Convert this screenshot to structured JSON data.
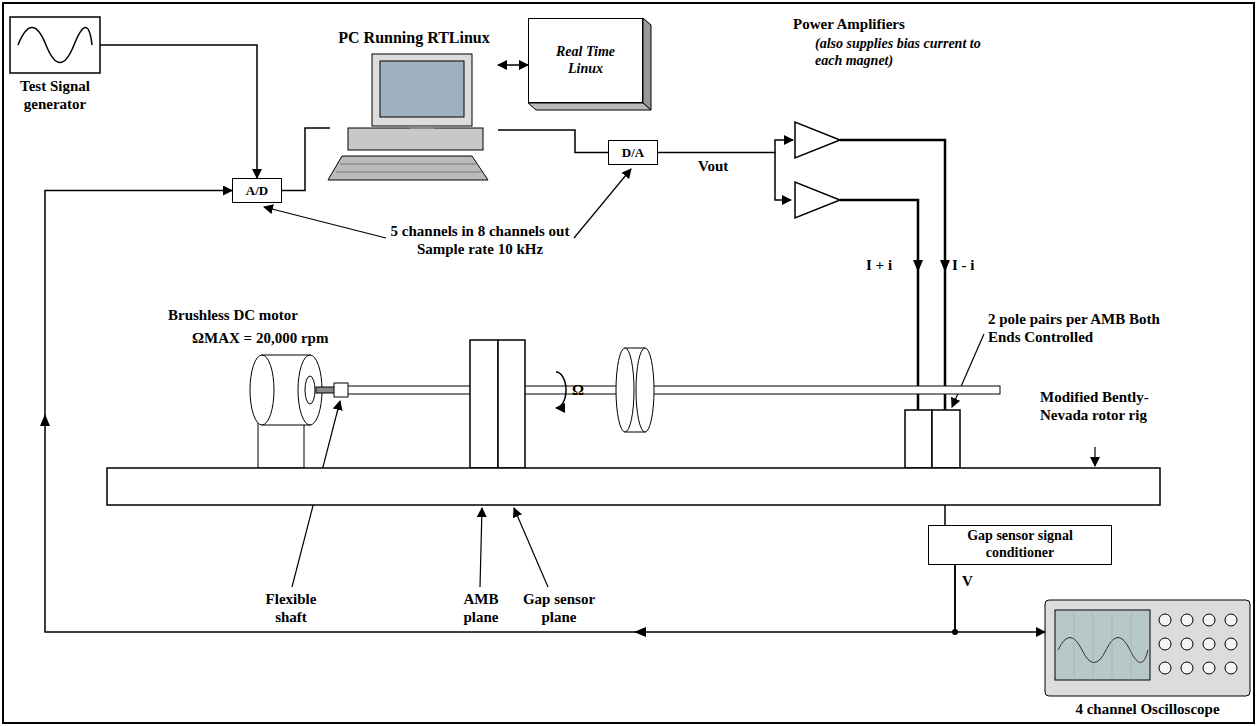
{
  "diagram": {
    "nodes": [
      {
        "text": [
          "Test Signal generator"
        ]
      },
      {
        "text": [
          "A/D"
        ]
      },
      {
        "text": [
          "PC Running RTLinux"
        ]
      },
      {
        "text": [
          "Real Time Linux"
        ]
      },
      {
        "text": [
          "D/A"
        ]
      },
      {
        "text": [
          "Power Amplifiers",
          "(also supplies bias current to each magnet)"
        ]
      },
      {
        "text": [
          "Gap sensor signal conditioner"
        ]
      },
      {
        "text": [
          "4 channel Oscilloscope"
        ]
      }
    ],
    "edges": [
      {
        "from": 0,
        "to": 1,
        "arrow": "to"
      },
      {
        "from": 1,
        "to": 2,
        "arrow": "none"
      },
      {
        "from": 2,
        "to": 3,
        "arrow": "both"
      },
      {
        "from": 2,
        "to": 4,
        "arrow": "none"
      },
      {
        "from": 4,
        "to": 5,
        "label": "Vout",
        "arrow": "to"
      },
      {
        "from": 6,
        "to": 1,
        "arrow": "to"
      },
      {
        "from": 6,
        "to": 7,
        "arrow": "to"
      }
    ],
    "labels": [
      "5 channels in 8 channels out Sample rate 10 kHz",
      "Brushless DC motor",
      "ΩMAX = 20,000 rpm",
      "Ω",
      "2 pole pairs per AMB Both Ends Controlled",
      "Modified Bently-Nevada rotor rig",
      "Flexible shaft",
      "AMB plane",
      "Gap sensor plane",
      "I + i",
      "I - i",
      "V"
    ]
  }
}
